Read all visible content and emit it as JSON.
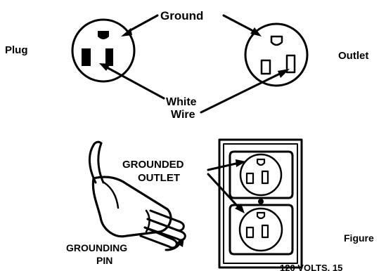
{
  "labels": {
    "ground": "Ground",
    "plug": "Plug",
    "outlet": "Outlet",
    "white_wire_line1": "White",
    "white_wire_line2": "Wire",
    "grounded_outlet_line1": "GROUNDED",
    "grounded_outlet_line2": "OUTLET",
    "grounding_pin_line1": "GROUNDING",
    "grounding_pin_line2": "PIN",
    "figure": "Figure",
    "volts_partial": "120 VOLTS, 15"
  },
  "colors": {
    "ink": "#000000",
    "paper": "#ffffff"
  }
}
